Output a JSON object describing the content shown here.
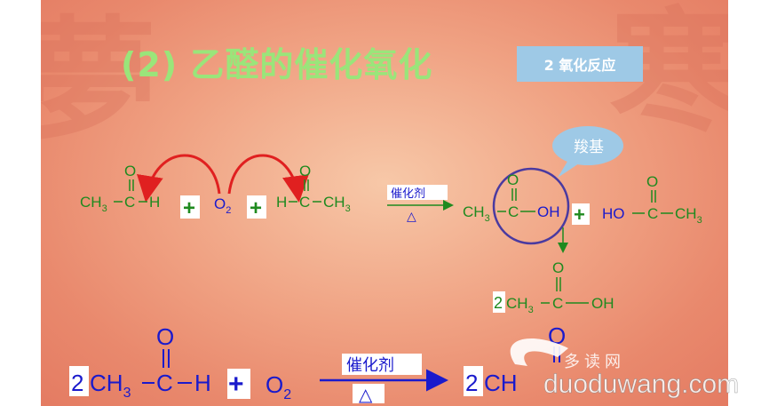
{
  "title": "(2)  乙醛的催化氧化",
  "tag": "2 氧化反应",
  "bubble": "羧基",
  "plus": "+",
  "catalyst": "催化剂",
  "heat": "△",
  "eq1": {
    "left_ch3": "CH",
    "sub3": "3",
    "c": "C",
    "h": "H",
    "o": "O",
    "o2": "O",
    "sub2": "2",
    "right_h": "H",
    "right_c": "C",
    "right_ch3": "CH",
    "prod_ch3": "CH",
    "prod_c": "C",
    "prod_oh": "OH",
    "prod2_ho": "HO",
    "prod2_c": "C",
    "prod2_ch3": "CH",
    "coef": "2",
    "final_oh": "OH"
  },
  "eq2": {
    "coef": "2",
    "ch3": "CH",
    "sub3": "3",
    "c": "C",
    "h": "H",
    "o": "O",
    "o2": "O",
    "sub2": "2",
    "coef_r": "2",
    "prod": "CH"
  },
  "watermark": {
    "cn": "多 读 网",
    "url": "duoduwang.com"
  }
}
